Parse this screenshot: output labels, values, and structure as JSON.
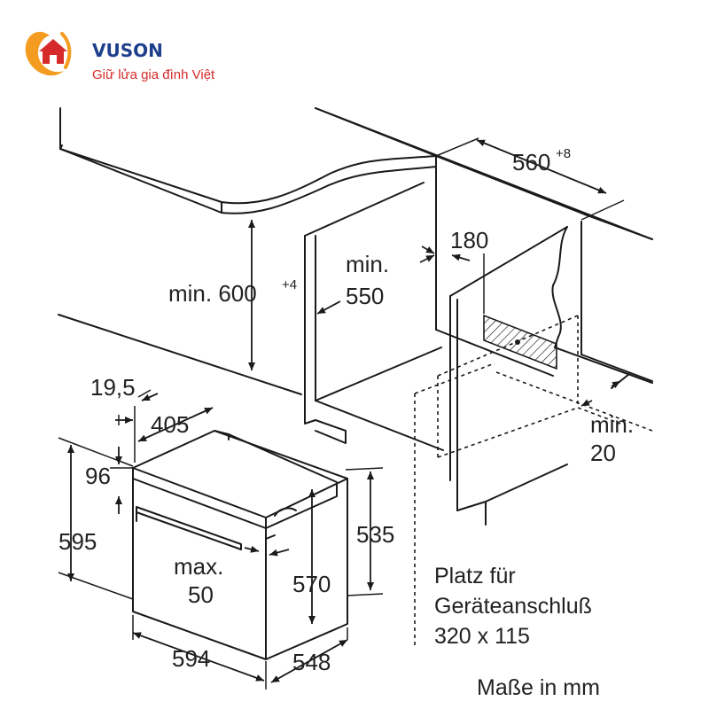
{
  "brand": {
    "name": "VUSON",
    "tagline": "Giữ lửa gia đình Việt",
    "colors": {
      "primary": "#1e3f8c",
      "accent": "#d62a2a",
      "logo_orange": "#f39c1f"
    }
  },
  "dimensions": {
    "niche_height": {
      "prefix": "min. 600",
      "sup": "+4"
    },
    "niche_depth": {
      "line1": "min.",
      "line2": "550"
    },
    "niche_width": {
      "main": "560",
      "sup": "+8"
    },
    "vent_opening": "180",
    "side_gap": {
      "line1": "min.",
      "line2": "20"
    },
    "front_panel": "19,5",
    "panel_depth": "405",
    "top_offset": "96",
    "oven_front_height": "595",
    "handle_gap": {
      "line1": "max.",
      "line2": "50"
    },
    "body_height_570": "570",
    "body_height_535": "535",
    "oven_width": "594",
    "oven_depth": "548"
  },
  "notes": {
    "connection_line1": "Platz für",
    "connection_line2": "Geräteanschluß",
    "connection_line3": "320 x 115",
    "units": "Maße in mm"
  }
}
